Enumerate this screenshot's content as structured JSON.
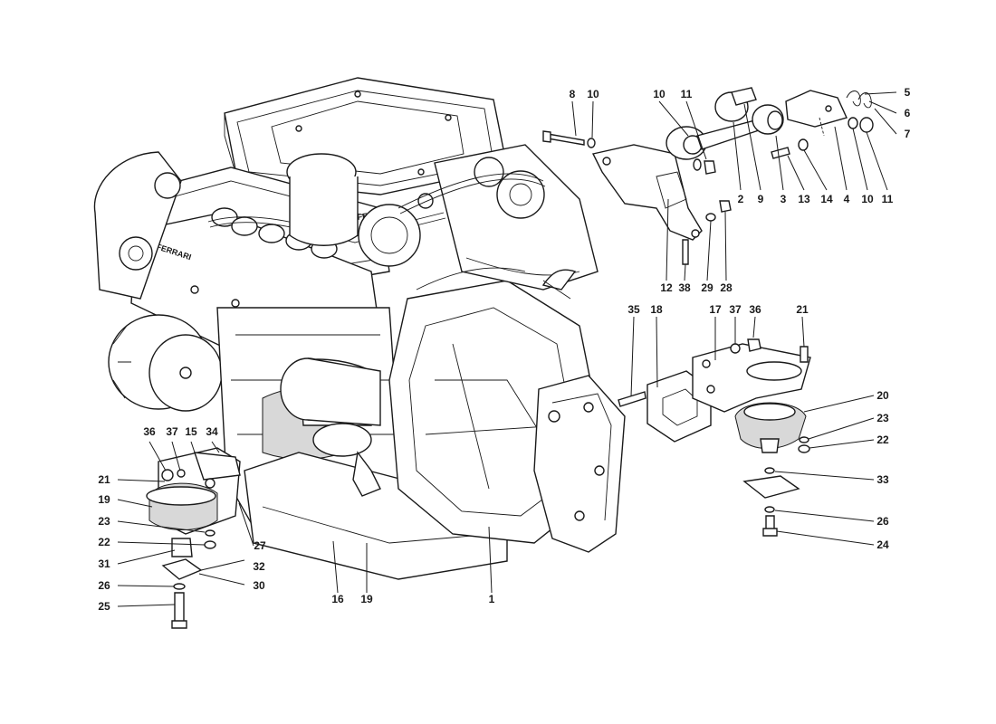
{
  "diagram": {
    "labels": {
      "l1": "1",
      "l2": "2",
      "l3": "3",
      "l4": "4",
      "l5": "5",
      "l6": "6",
      "l7": "7",
      "l8": "8",
      "l9": "9",
      "l10a": "10",
      "l10b": "10",
      "l10c": "10",
      "l11a": "11",
      "l11b": "11",
      "l12": "12",
      "l13": "13",
      "l14": "14",
      "l15": "15",
      "l16": "16",
      "l17": "17",
      "l18": "18",
      "l19a": "19",
      "l19b": "19",
      "l20": "20",
      "l21a": "21",
      "l21b": "21",
      "l22a": "22",
      "l22b": "22",
      "l23a": "23",
      "l23b": "23",
      "l24": "24",
      "l25": "25",
      "l26a": "26",
      "l26b": "26",
      "l27": "27",
      "l28": "28",
      "l29": "29",
      "l30": "30",
      "l31": "31",
      "l32": "32",
      "l33": "33",
      "l34": "34",
      "l35": "35",
      "l36a": "36",
      "l36b": "36",
      "l37a": "37",
      "l37b": "37",
      "l38": "38"
    },
    "engine_badges": {
      "badge1": "FERRARI",
      "badge2": "FERRARI"
    },
    "colors": {
      "ink": "#1a1a1a",
      "paper": "#ffffff"
    }
  }
}
